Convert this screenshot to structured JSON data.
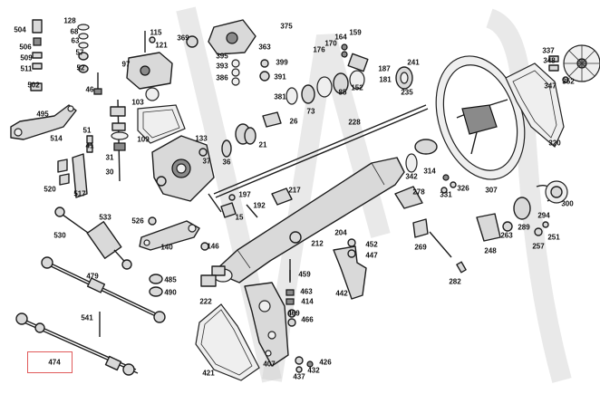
{
  "diagram": {
    "highlighted_callout": "474",
    "callouts": [
      "504",
      "506",
      "509",
      "511",
      "502",
      "495",
      "514",
      "520",
      "517",
      "128",
      "68",
      "63",
      "57",
      "52",
      "46",
      "51",
      "41",
      "31",
      "30",
      "115",
      "121",
      "97",
      "103",
      "109",
      "133",
      "37",
      "526",
      "533",
      "530",
      "479",
      "485",
      "490",
      "541",
      "474",
      "369",
      "395",
      "393",
      "386",
      "363",
      "375",
      "399",
      "391",
      "381",
      "176",
      "170",
      "164",
      "159",
      "152",
      "187",
      "181",
      "85",
      "73",
      "26",
      "21",
      "36",
      "228",
      "241",
      "235",
      "197",
      "192",
      "217",
      "15",
      "140",
      "146",
      "212",
      "204",
      "459",
      "463",
      "414",
      "469",
      "466",
      "452",
      "447",
      "442",
      "222",
      "421",
      "407",
      "437",
      "432",
      "426",
      "278",
      "342",
      "314",
      "331",
      "326",
      "307",
      "337",
      "348",
      "347",
      "352",
      "320",
      "289",
      "294",
      "300",
      "263",
      "257",
      "251",
      "248",
      "269",
      "282"
    ]
  }
}
